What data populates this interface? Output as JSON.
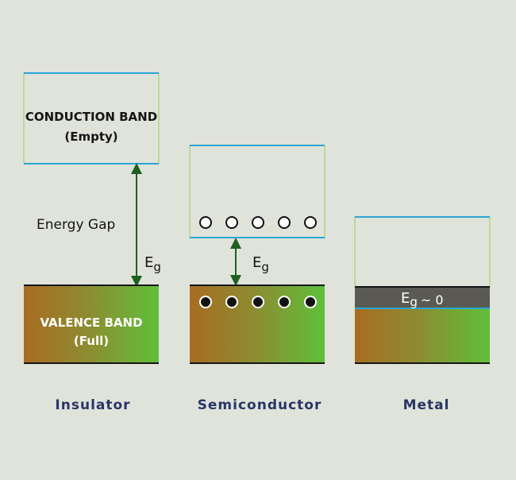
{
  "insulator": {
    "conduction_label": "CONDUCTION BAND",
    "conduction_sub": "(Empty)",
    "valence_label": "VALENCE BAND",
    "valence_sub": "(Full)",
    "gap_label": "Energy Gap",
    "eg_main": "E",
    "eg_sub": "g",
    "caption": "Insulator"
  },
  "semiconductor": {
    "eg_main": "E",
    "eg_sub": "g",
    "electron_count": 5,
    "hole_count": 5,
    "caption": "Semiconductor"
  },
  "metal": {
    "eg_main": "E",
    "eg_sub": "g",
    "eg_rest": "~ 0",
    "caption": "Metal"
  },
  "colors": {
    "background": "#dfe3da",
    "band_top_line": "#2aa6d6",
    "band_outline": "#9ccc5a",
    "valence_left": "#a86c22",
    "valence_right": "#5fbf3a",
    "arrow": "#1f5f1f",
    "caption": "#2a3566",
    "overlap": "#5a5a52"
  }
}
